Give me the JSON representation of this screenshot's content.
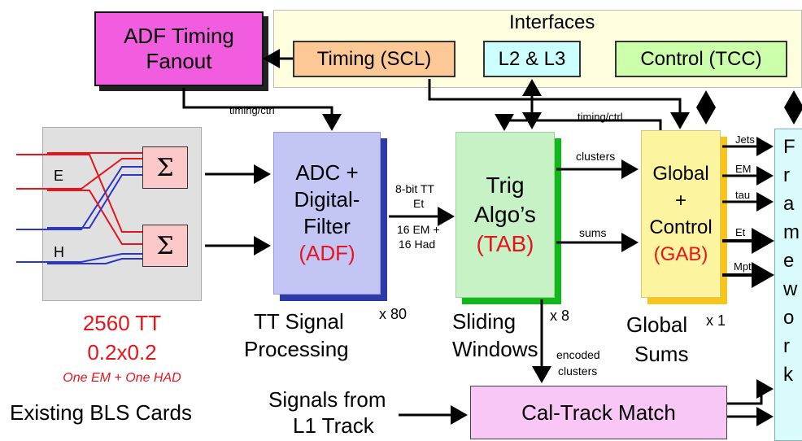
{
  "interfaces": {
    "title": "Interfaces",
    "timing": "Timing (SCL)",
    "l2l3": "L2 & L3",
    "control": "Control (TCC)"
  },
  "fanout": {
    "line1": "ADF Timing",
    "line2": "Fanout"
  },
  "bls": {
    "sigma": "Σ",
    "label_e": "E",
    "label_h": "H",
    "count": "2560 TT",
    "granularity": "0.2x0.2",
    "detail": "One EM + One HAD",
    "caption": "Existing BLS Cards"
  },
  "adf": {
    "line1": "ADC +",
    "line2": "Digital-",
    "line3": "Filter",
    "line4": "(ADF)",
    "mult": "x 80",
    "caption1": "TT Signal",
    "caption2": "Processing"
  },
  "tab": {
    "line1": "Trig",
    "line2": "Algo’s",
    "line3": "(TAB)",
    "mult": "x 8",
    "caption1": "Sliding",
    "caption2": "Windows"
  },
  "gab": {
    "line1": "Global",
    "line2": "+",
    "line3": "Control",
    "line4": "(GAB)",
    "mult": "x 1",
    "caption1": "Global",
    "caption2": "Sums"
  },
  "framework": {
    "letters": [
      "F",
      "r",
      "a",
      "m",
      "e",
      "w",
      "o",
      "r",
      "k"
    ]
  },
  "caltrack": {
    "label": "Cal-Track Match"
  },
  "l1track": {
    "line1": "Signals from",
    "line2": "L1 Track"
  },
  "wire_labels": {
    "timing_ctrl_left": "timing/ctrl",
    "timing_ctrl_right": "timing/ctrl",
    "eight_bit_1": "8-bit TT",
    "eight_bit_2": "Et",
    "em_had_1": "16 EM +",
    "em_had_2": "16 Had",
    "clusters": "clusters",
    "sums": "sums",
    "encoded_1": "encoded",
    "encoded_2": "clusters",
    "jets": "Jets",
    "em": "EM",
    "tau": "tau",
    "et": "Et",
    "mpt": "Mpt"
  },
  "colors": {
    "interfaces_bg": "#ffffe0",
    "fanout_bg": "#f25de0",
    "timing_bg": "#fbc896",
    "l2l3_bg": "#ccffff",
    "control_bg": "#ccffaa",
    "bls_bg": "#e0e0e0",
    "sigma_bg": "#fcc9c9",
    "adf_bg": "#c3c6f5",
    "adf_shadow": "#2b3aa8",
    "tab_bg": "#c6f2c6",
    "tab_shadow": "#12b81a",
    "gab_bg": "#fcf49e",
    "gab_shadow": "#f7c51e",
    "framework_bg": "#d9fbfb",
    "caltrack_bg": "#f8c7f5",
    "accent_red": "#e8141c"
  }
}
